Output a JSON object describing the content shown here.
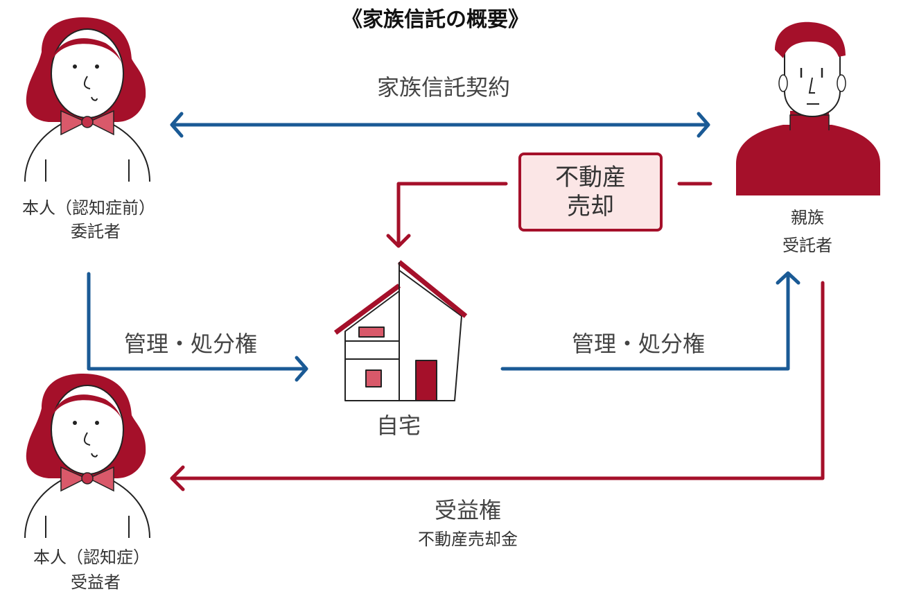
{
  "title": "《家族信託の概要》",
  "contract_label": "家族信託契約",
  "sale_box": {
    "line1": "不動産",
    "line2": "売却"
  },
  "settlor": {
    "line1": "本人（認知症前）",
    "line2": "委託者"
  },
  "trustee": {
    "line1": "親族",
    "line2": "受託者"
  },
  "beneficiary": {
    "line1": "本人（認知症）",
    "line2": "受益者"
  },
  "house_label": "自宅",
  "left_rights_label": "管理・処分権",
  "right_rights_label": "管理・処分権",
  "benefit": {
    "line1": "受益権",
    "line2": "不動産売却金"
  },
  "colors": {
    "blue": "#1a5a95",
    "red": "#a5102a",
    "pink": "#d9596a",
    "box_fill": "#fbe6e6"
  },
  "icons": [
    "woman-icon",
    "man-icon",
    "house-icon",
    "arrow-icon"
  ]
}
